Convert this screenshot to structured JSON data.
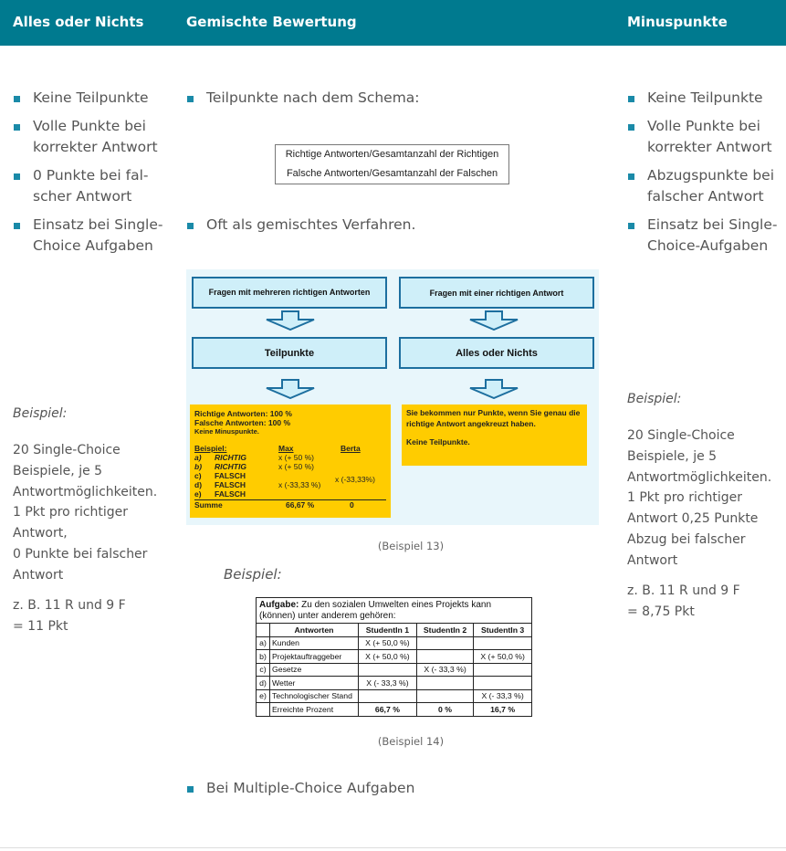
{
  "header": {
    "col1": "Alles oder Nichts",
    "col2": "Gemischte Bewertung",
    "col3": "Minuspunkte"
  },
  "left": {
    "bullets": [
      "Keine Teilpunkte",
      "Volle Punkte bei korrekter Antwort",
      "0 Punkte bei fal­scher Antwort",
      "Einsatz bei Single-Choice Aufgaben"
    ],
    "example_title": "Beispiel:",
    "example_lines": [
      "20 Single-Choice",
      "Beispiele, je 5",
      "Antwortmöglichkeiten.",
      "1 Pkt pro richtiger",
      "Antwort,",
      "0 Punkte bei falscher",
      "Antwort"
    ],
    "result_lines": [
      "z. B. 11 R und 9 F",
      "= 11 Pkt"
    ]
  },
  "middle": {
    "bullet1": "Teilpunkte nach dem Schema:",
    "formula": [
      "Richtige Antworten/Gesamtanzahl der Richtigen",
      "Falsche Antworten/Gesamtanzahl der Falschen"
    ],
    "bullet2": "Oft als gemischtes Verfahren.",
    "diagram": {
      "box_left_top": "Fragen mit mehreren richtigen Antworten",
      "box_right_top": "Fragen mit einer richtigen Antwort",
      "box_left_mid": "Teilpunkte",
      "box_right_mid": "Alles oder Nichts",
      "yellow_left": {
        "line1": "Richtige Antworten: 100 %",
        "line2": "Falsche Antworten: 100 %",
        "line3": "Keine Minuspunkte.",
        "head_beispiel": "Beispiel:",
        "head_max": "Max",
        "head_berta": "Berta",
        "rows": [
          {
            "k": "a)",
            "a": "RICHTIG",
            "max": "x (+ 50 %)",
            "berta": ""
          },
          {
            "k": "b)",
            "a": "RICHTIG",
            "max": "x (+ 50 %)",
            "berta": ""
          },
          {
            "k": "c)",
            "a": "FALSCH",
            "max": "",
            "berta": "x (-33,33%)"
          },
          {
            "k": "d)",
            "a": "FALSCH",
            "max": "x (-33,33 %)",
            "berta": ""
          },
          {
            "k": "e)",
            "a": "FALSCH",
            "max": "",
            "berta": ""
          }
        ],
        "sum_label": "Summe",
        "sum_max": "66,67 %",
        "sum_berta": "0"
      },
      "yellow_right": {
        "text": "Sie bekommen nur Punkte, wenn Sie genau die richtige Antwort angekreuzt haben.",
        "text2": "Keine Teilpunkte."
      }
    },
    "caption1": "(Beispiel 13)",
    "example_title": "Beispiel:",
    "table": {
      "task_label": "Aufgabe:",
      "task_text": " Zu den sozialen Umwelten eines Projekts kann (können) unter anderem gehören:",
      "headers": [
        "",
        "Antworten",
        "StudentIn 1",
        "StudentIn 2",
        "StudentIn 3"
      ],
      "rows": [
        [
          "a)",
          "Kunden",
          "X (+ 50,0 %)",
          "",
          ""
        ],
        [
          "b)",
          "Projektauftraggeber",
          "X (+ 50,0 %)",
          "",
          "X (+ 50,0 %)"
        ],
        [
          "c)",
          "Gesetze",
          "",
          "X (- 33,3 %)",
          ""
        ],
        [
          "d)",
          "Wetter",
          "X (- 33,3 %)",
          "",
          ""
        ],
        [
          "e)",
          "Technologischer Stand",
          "",
          "",
          "X (- 33,3 %)"
        ]
      ],
      "total": [
        "",
        "Erreichte Prozent",
        "66,7 %",
        "0 %",
        "16,7 %"
      ]
    },
    "caption2": "(Beispiel 14)",
    "bullet3": "Bei Multiple-Choice Aufgaben"
  },
  "right": {
    "bullets": [
      "Keine Teilpunkte",
      "Volle Punkte bei korrekter Antwort",
      "Abzugspunkte bei falscher Antwort",
      "Einsatz bei Single-Choice-Aufgaben"
    ],
    "example_title": "Beispiel:",
    "example_lines": [
      "20 Single-Choice",
      "Beispiele, je 5",
      "Antwortmöglichkeiten.",
      "1 Pkt pro richtiger",
      "Antwort 0,25 Punkte",
      "Abzug bei falscher",
      "Antwort"
    ],
    "result_lines": [
      "z. B. 11 R und 9 F",
      "= 8,75 Pkt"
    ]
  }
}
